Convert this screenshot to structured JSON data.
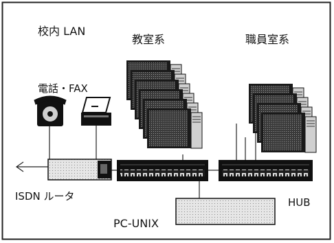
{
  "labels": {
    "lan": "校内 LAN",
    "classroom": "教室系",
    "staffroom": "職員室系",
    "phone_fax": "電話・FAX",
    "isdn_router": "ISDN ルータ",
    "hub": "HUB",
    "server": "PC-UNIX"
  }
}
